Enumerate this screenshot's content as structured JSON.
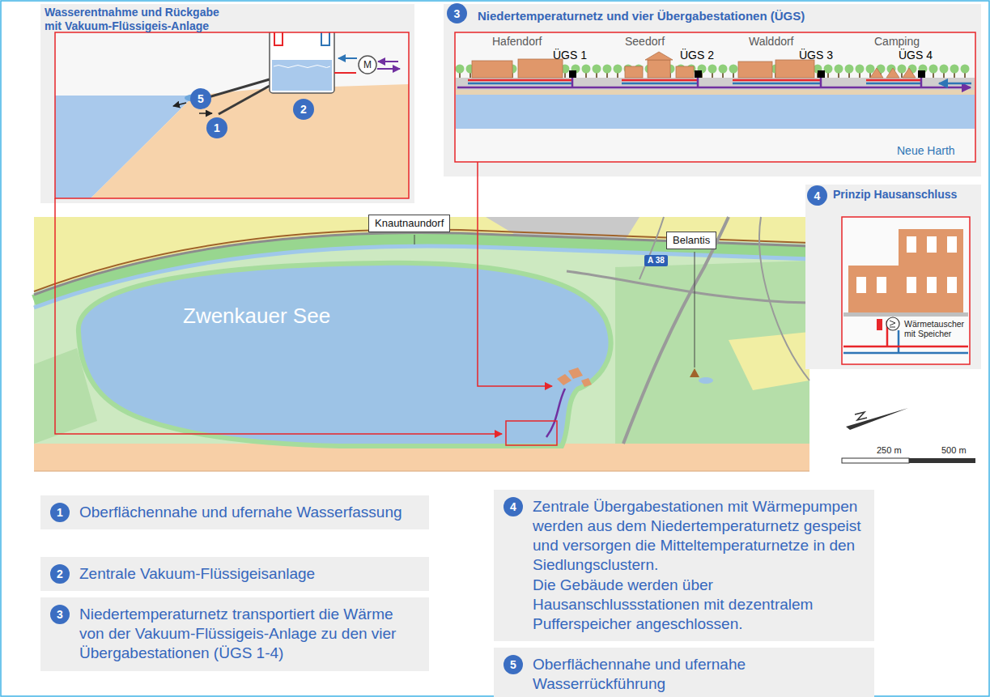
{
  "diagram": {
    "nodes": [
      {
        "text": [
          "Wasserentnahme und Rückgabe mit Vakuum-Flüssigeis-Anlage"
        ]
      },
      {
        "text": [
          "5"
        ],
        "in": 0
      },
      {
        "text": [
          "2"
        ],
        "in": 0
      },
      {
        "text": [
          "1"
        ],
        "in": 0
      },
      {
        "text": [
          "Niedertemperaturnetz und vier Übergabestationen (ÜGS)"
        ]
      },
      {
        "text": [
          "3"
        ],
        "in": 4
      },
      {
        "text": [
          "Prinzip Hausanschluss"
        ]
      },
      {
        "text": [
          "4"
        ],
        "in": 6
      },
      {
        "text": [
          "Knautnaundorf"
        ]
      },
      {
        "text": [
          "Belantis"
        ]
      },
      {
        "text": [
          "A 38"
        ]
      },
      {
        "text": [
          "Oberflächennahe und ufernahe Wasserfassung"
        ]
      },
      {
        "text": [
          "1"
        ],
        "in": 11
      },
      {
        "text": [
          "Zentrale Vakuum-Flüssigeisanlage"
        ]
      },
      {
        "text": [
          "2"
        ],
        "in": 13
      },
      {
        "text": [
          "Niedertemperaturnetz transportiert die Wärme von der Vakuum-Flüssigeis-Anlage zu den vier Übergabestationen (ÜGS 1-4)"
        ]
      },
      {
        "text": [
          "3"
        ],
        "in": 15
      },
      {
        "text": [
          "Zentrale Übergabestationen mit Wärmepumpen werden aus dem Niedertemperaturnetz gespeist und versorgen die Mitteltemperaturnetze in den Siedlungsclustern.",
          "Die Gebäude werden über Hausanschlussstationen mit dezentralem Pufferspeicher angeschlossen."
        ]
      },
      {
        "text": [
          "4"
        ],
        "in": 17
      },
      {
        "text": [
          "Oberflächennahe und ufernahe Wasserrückführung"
        ]
      },
      {
        "text": [
          "5"
        ],
        "in": 19
      }
    ],
    "labels": [
      "M",
      "Hafendorf",
      "ÜGS 1",
      "Seedorf",
      "ÜGS 2",
      "Walddorf",
      "ÜGS 3",
      "Camping",
      "ÜGS 4",
      "Neue Harth",
      "Wärmetauscher mit Speicher",
      "Zwenkauer See",
      "250 m",
      "500 m"
    ]
  }
}
